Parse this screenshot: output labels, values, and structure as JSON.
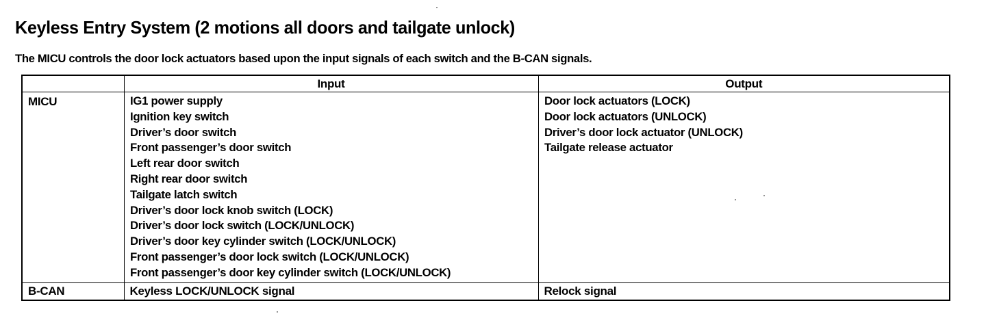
{
  "document": {
    "title": "Keyless Entry System (2 motions all doors and tailgate unlock)",
    "subtitle": "The MICU controls the door lock actuators based upon the input signals of each switch and the B-CAN signals."
  },
  "table": {
    "headers": {
      "unit": "",
      "input": "Input",
      "output": "Output"
    },
    "rows": [
      {
        "unit": "MICU",
        "inputs": [
          "IG1 power supply",
          "Ignition key switch",
          "Driver’s door switch",
          "Front passenger’s door switch",
          "Left rear door switch",
          "Right rear door switch",
          "Tailgate latch switch",
          "Driver’s door lock knob switch (LOCK)",
          "Driver’s door lock switch (LOCK/UNLOCK)",
          "Driver’s door key cylinder switch (LOCK/UNLOCK)",
          "Front passenger’s door lock switch (LOCK/UNLOCK)",
          "Front passenger’s door key cylinder switch (LOCK/UNLOCK)"
        ],
        "outputs": [
          "Door lock actuators (LOCK)",
          "Door lock actuators (UNLOCK)",
          "Driver’s door lock actuator (UNLOCK)",
          "Tailgate release actuator"
        ]
      },
      {
        "unit": "B-CAN",
        "inputs": [
          "Keyless LOCK/UNLOCK signal"
        ],
        "outputs": [
          "Relock signal"
        ]
      }
    ]
  },
  "colors": {
    "ink": "#000000",
    "paper": "#ffffff"
  }
}
